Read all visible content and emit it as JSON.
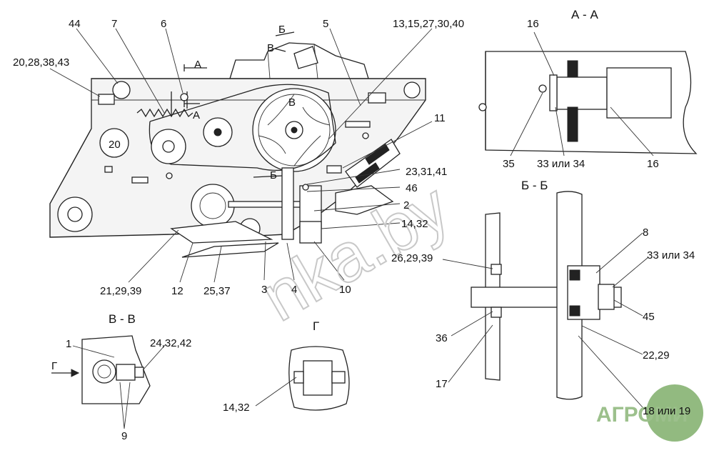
{
  "labels": {
    "l44": "44",
    "l7": "7",
    "l6": "6",
    "l5": "5",
    "l13": "13,15,27,30,40",
    "l20": "20,28,38,43",
    "l11": "11",
    "l23": "23,31,41",
    "l46": "46",
    "l2": "2",
    "l14a": "14,32",
    "l21": "21,29,39",
    "l12": "12",
    "l25": "25,37",
    "l3": "3",
    "l4": "4",
    "l10": "10",
    "lA1": "А",
    "lA2": "А",
    "lB1": "Б",
    "lB2": "Б",
    "lV1": "В",
    "lV2": "В",
    "plate": "20",
    "l16a": "16",
    "l16b": "16",
    "l35": "35",
    "l33a": "33 или 34",
    "l8": "8",
    "l33b": "33 или 34",
    "l26": "26,29,39",
    "l45": "45",
    "l36": "36",
    "l22": "22,29",
    "l17": "17",
    "l18": "18 или 19",
    "l1": "1",
    "l24": "24,32,42",
    "l9": "9",
    "lG": "Г",
    "lG2": "Г",
    "l14b": "14,32"
  },
  "sections": {
    "aa": "А - А",
    "bb": "Б - Б",
    "vv": "В - В",
    "g": "Г"
  },
  "watermark": "nka.by",
  "logo": "АГРОМИ",
  "colors": {
    "logo_green": "#7fae6a",
    "line": "#222222"
  }
}
